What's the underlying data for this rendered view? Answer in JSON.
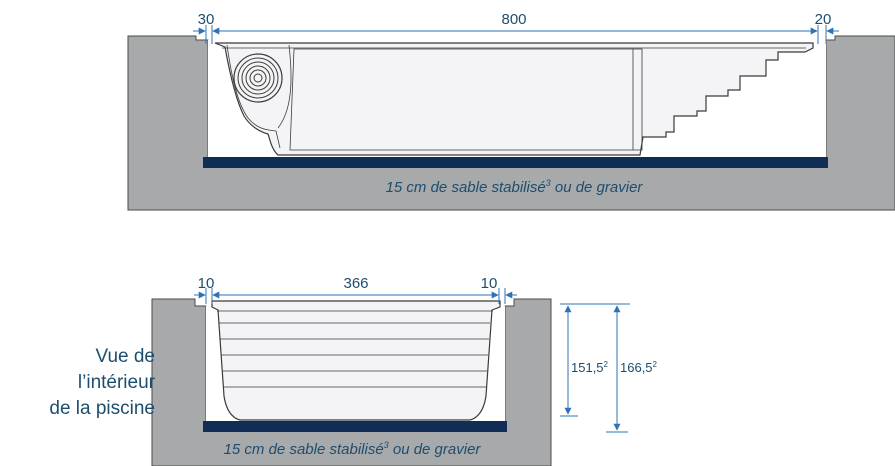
{
  "colors": {
    "ground": "#a8a9ab",
    "ground_edge": "#4a4a4a",
    "dimension": "#2f73b6",
    "text": "#1d4e6e",
    "sand": "#0f2d55",
    "pool_fill": "#f4f4f6",
    "pool_line": "#3b3b3b"
  },
  "top_view": {
    "dim_left": "30",
    "dim_center": "800",
    "dim_right": "20",
    "sand_label": "15 cm de sable stabilisé",
    "sand_sup": "3",
    "sand_label_end": " ou de gravier"
  },
  "bottom_view": {
    "dim_left": "10",
    "dim_center": "366",
    "dim_right": "10",
    "depth_inner": "151,5",
    "depth_inner_sup": "2",
    "depth_outer": "166,5",
    "depth_outer_sup": "2",
    "sand_label": "15 cm de sable stabilisé",
    "sand_sup": "3",
    "sand_label_end": " ou de gravier"
  },
  "side_caption": [
    "Vue de",
    "l’intérieur",
    "de la piscine"
  ]
}
